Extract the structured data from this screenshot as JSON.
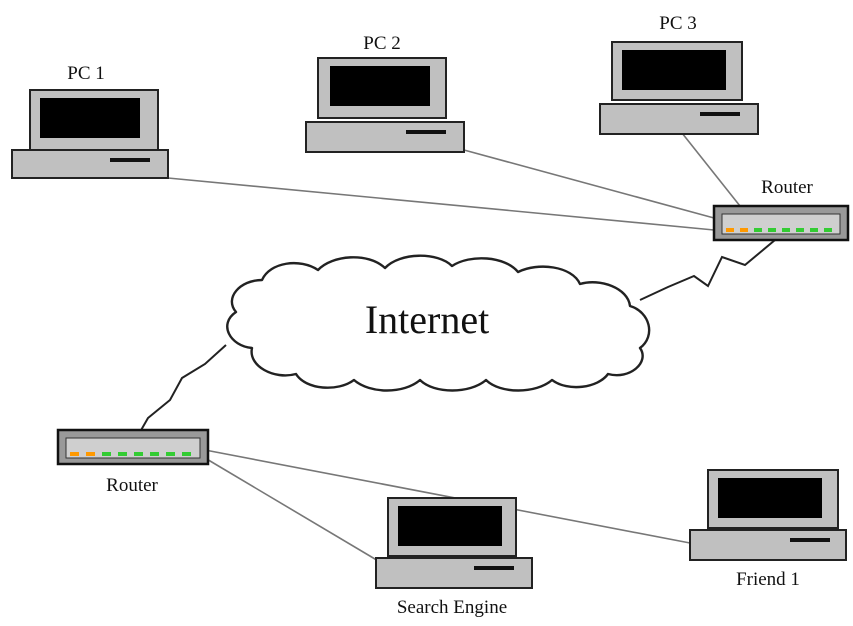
{
  "diagram": {
    "cloud_label": "Internet",
    "computers": [
      {
        "id": "pc1",
        "label": "PC 1"
      },
      {
        "id": "pc2",
        "label": "PC 2"
      },
      {
        "id": "pc3",
        "label": "PC 3"
      },
      {
        "id": "search",
        "label": "Search Engine"
      },
      {
        "id": "friend1",
        "label": "Friend 1"
      }
    ],
    "routers": [
      {
        "id": "router-top",
        "label": "Router"
      },
      {
        "id": "router-bottom",
        "label": "Router"
      }
    ],
    "links": [
      {
        "from": "pc1",
        "to": "router-top",
        "kind": "cable"
      },
      {
        "from": "pc2",
        "to": "router-top",
        "kind": "cable"
      },
      {
        "from": "pc3",
        "to": "router-top",
        "kind": "cable"
      },
      {
        "from": "router-top",
        "to": "internet",
        "kind": "wan"
      },
      {
        "from": "internet",
        "to": "router-bottom",
        "kind": "wan"
      },
      {
        "from": "router-bottom",
        "to": "search",
        "kind": "cable"
      },
      {
        "from": "router-bottom",
        "to": "friend1",
        "kind": "cable"
      }
    ],
    "colors": {
      "device_fill": "#c0c0c0",
      "screen": "#000000",
      "cloud_fill": "#ffffff",
      "led_orange": "#ff9900",
      "led_green": "#33cc33"
    }
  }
}
